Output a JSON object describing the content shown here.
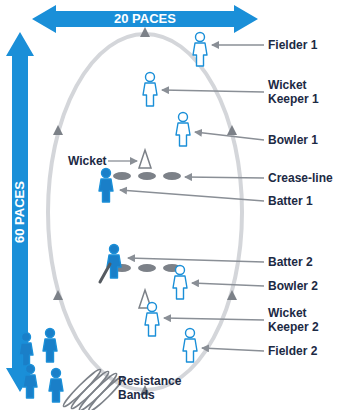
{
  "diagram": {
    "labels": [
      "20 PACES",
      "60 PACES",
      "Fielder 1",
      "Wicket Keeper 1",
      "Bowler 1",
      "Wicket",
      "Crease-line",
      "Batter 1",
      "Batter 2",
      "Bowler 2",
      "Wicket Keeper 2",
      "Fielder 2",
      "Resistance Bands"
    ]
  }
}
